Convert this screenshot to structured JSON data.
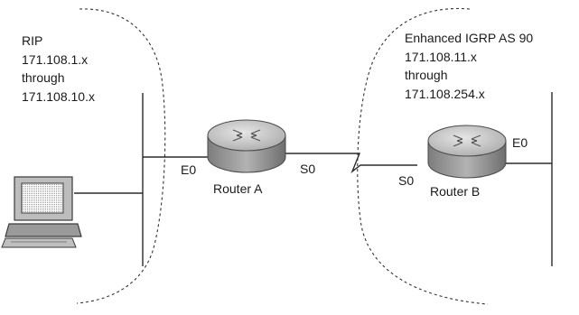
{
  "rip_domain": {
    "protocol": "RIP",
    "range_start": "171.108.1.x",
    "range_word": "through",
    "range_end": "171.108.10.x"
  },
  "igrp_domain": {
    "protocol": "Enhanced IGRP AS 90",
    "range_start": "171.108.11.x",
    "range_word": "through",
    "range_end": "171.108.254.x"
  },
  "router_a": {
    "name": "Router A",
    "ethernet_port": "E0",
    "serial_port": "S0"
  },
  "router_b": {
    "name": "Router B",
    "serial_port": "S0",
    "ethernet_port": "E0"
  },
  "colors": {
    "router_body": "#9e9e9e",
    "router_top": "#cfcfcf",
    "line": "#2b2b2b"
  }
}
